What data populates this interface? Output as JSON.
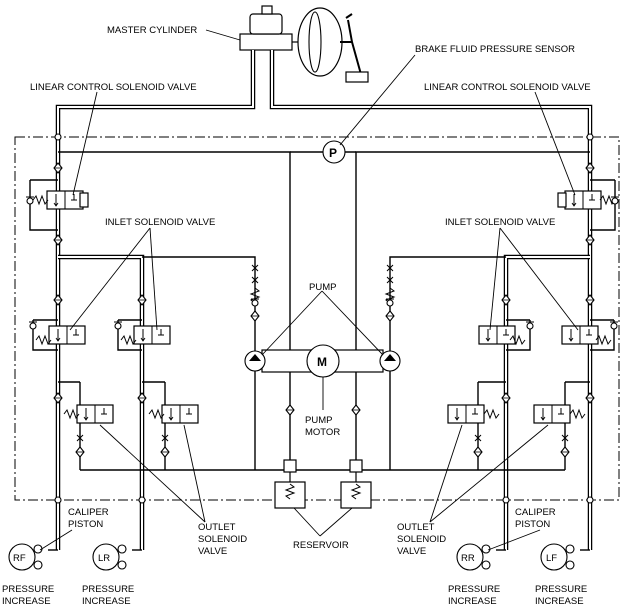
{
  "labels": {
    "master_cylinder": "MASTER CYLINDER",
    "pressure_sensor": "BRAKE FLUID PRESSURE SENSOR",
    "linear_valve_left": "LINEAR CONTROL SOLENOID VALVE",
    "linear_valve_right": "LINEAR CONTROL SOLENOID VALVE",
    "inlet_left": "INLET SOLENOID VALVE",
    "inlet_right": "INLET SOLENOID VALVE",
    "pump": "PUMP",
    "motor_symbol": "M",
    "pump_motor_1": "PUMP",
    "pump_motor_2": "MOTOR",
    "sensor_symbol": "P",
    "reservoir": "RESERVOIR",
    "caliper_left_1": "CALIPER",
    "caliper_left_2": "PISTON",
    "caliper_right_1": "CALIPER",
    "caliper_right_2": "PISTON",
    "outlet_left_1": "OUTLET",
    "outlet_left_2": "SOLENOID",
    "outlet_left_3": "VALVE",
    "outlet_right_1": "OUTLET",
    "outlet_right_2": "SOLENOID",
    "outlet_right_3": "VALVE",
    "wheel_rf": "RF",
    "wheel_lr": "LR",
    "wheel_rr": "RR",
    "wheel_lf": "LF",
    "pressure_1_a": "PRESSURE",
    "pressure_1_b": "INCREASE",
    "pressure_2_a": "PRESSURE",
    "pressure_2_b": "INCREASE",
    "pressure_3_a": "PRESSURE",
    "pressure_3_b": "INCREASE",
    "pressure_4_a": "PRESSURE",
    "pressure_4_b": "INCREASE"
  }
}
